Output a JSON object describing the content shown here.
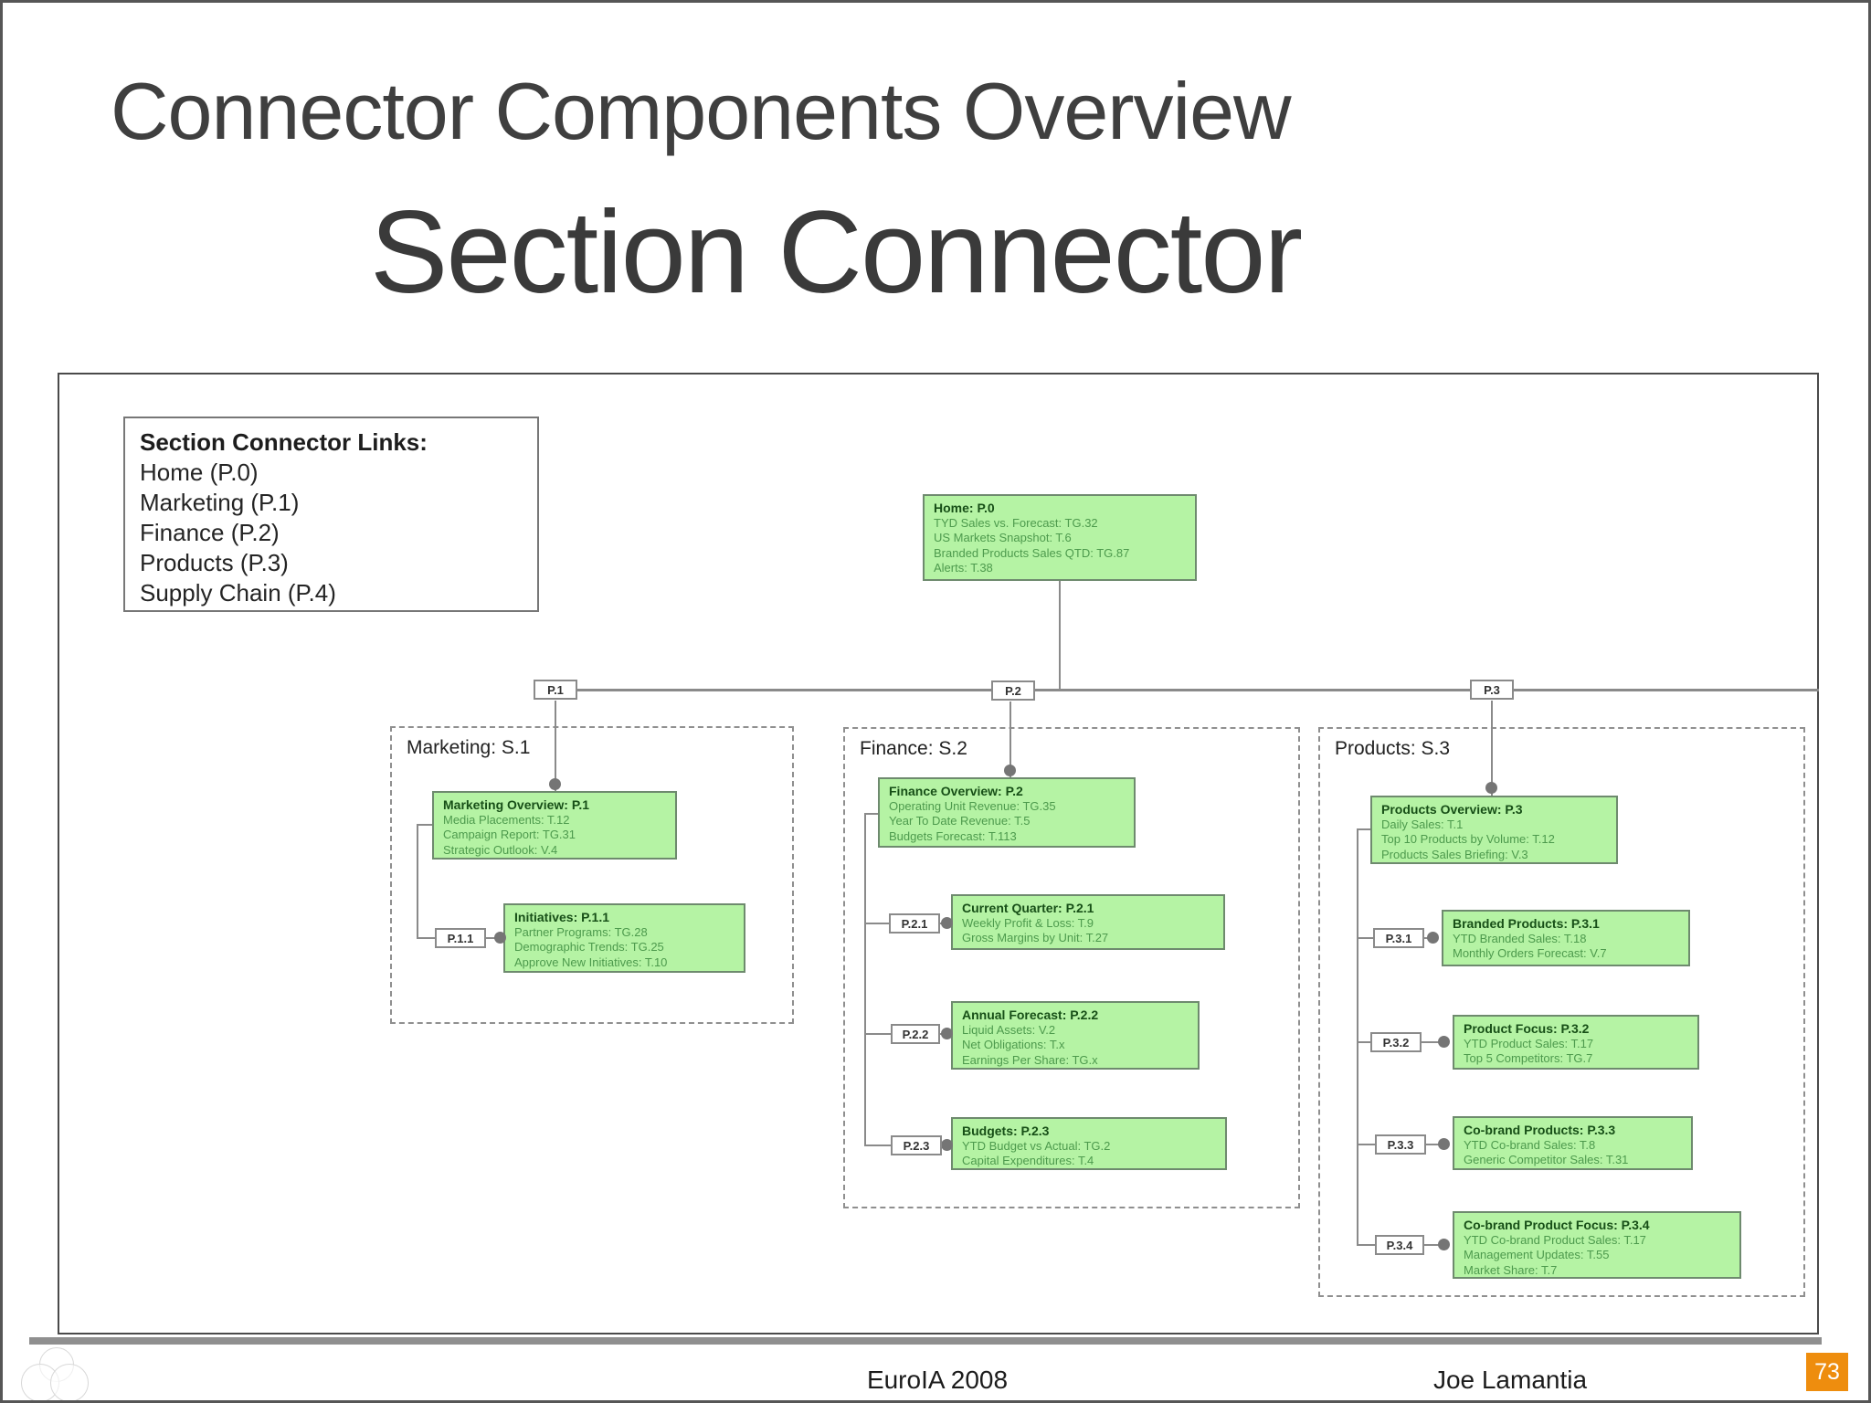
{
  "slide": {
    "kicker": "Connector Components Overview",
    "title": "Section Connector"
  },
  "legend": {
    "title": "Section Connector Links:",
    "items": [
      "Home (P.0)",
      "Marketing (P.1)",
      "Finance (P.2)",
      "Products (P.3)",
      "Supply Chain (P.4)"
    ]
  },
  "home_node": {
    "title": "Home: P.0",
    "lines": [
      "TYD Sales vs. Forecast: TG.32",
      "US Markets Snapshot: T.6",
      "Branded Products Sales QTD: TG.87",
      "Alerts: T.38"
    ]
  },
  "branch_tags": [
    "P.1",
    "P.2",
    "P.3"
  ],
  "sections": [
    {
      "label": "Marketing: S.1",
      "overview": {
        "title": "Marketing Overview: P.1",
        "lines": [
          "Media Placements: T.12",
          "Campaign Report: TG.31",
          "Strategic Outlook: V.4"
        ]
      },
      "children": [
        {
          "tag": "P.1.1",
          "title": "Initiatives: P.1.1",
          "lines": [
            "Partner Programs: TG.28",
            "Demographic Trends: TG.25",
            "Approve New Initiatives: T.10"
          ]
        }
      ]
    },
    {
      "label": "Finance: S.2",
      "overview": {
        "title": "Finance Overview: P.2",
        "lines": [
          "Operating Unit Revenue: TG.35",
          "Year To Date Revenue: T.5",
          "Budgets Forecast: T.113"
        ]
      },
      "children": [
        {
          "tag": "P.2.1",
          "title": "Current Quarter: P.2.1",
          "lines": [
            "Weekly Profit & Loss: T.9",
            "Gross Margins by Unit: T.27"
          ]
        },
        {
          "tag": "P.2.2",
          "title": "Annual Forecast: P.2.2",
          "lines": [
            "Liquid Assets: V.2",
            "Net Obligations: T.x",
            "Earnings Per Share: TG.x"
          ]
        },
        {
          "tag": "P.2.3",
          "title": "Budgets: P.2.3",
          "lines": [
            "YTD Budget vs Actual: TG.2",
            "Capital Expenditures: T.4"
          ]
        }
      ]
    },
    {
      "label": "Products: S.3",
      "overview": {
        "title": "Products Overview: P.3",
        "lines": [
          "Daily Sales: T.1",
          "Top 10 Products by Volume: T.12",
          "Products Sales Briefing: V.3"
        ]
      },
      "children": [
        {
          "tag": "P.3.1",
          "title": "Branded Products: P.3.1",
          "lines": [
            "YTD Branded Sales: T.18",
            "Monthly Orders Forecast: V.7"
          ]
        },
        {
          "tag": "P.3.2",
          "title": "Product Focus: P.3.2",
          "lines": [
            "YTD Product Sales: T.17",
            "Top 5 Competitors: TG.7"
          ]
        },
        {
          "tag": "P.3.3",
          "title": "Co-brand Products: P.3.3",
          "lines": [
            "YTD Co-brand Sales: T.8",
            "Generic Competitor Sales: T.31"
          ]
        },
        {
          "tag": "P.3.4",
          "title": "Co-brand Product Focus: P.3.4",
          "lines": [
            "YTD Co-brand Product Sales: T.17",
            "Management Updates: T.55",
            "Market Share: T.7"
          ]
        }
      ]
    }
  ],
  "footer": {
    "conference": "EuroIA 2008",
    "author": "Joe Lamantia",
    "page": "73"
  },
  "colors": {
    "node_fill": "#b5f3a4",
    "node_border": "#6e8a6e",
    "node_title_text": "#174f17",
    "node_body_text": "#4d9a4d",
    "connector_gray": "#8a8a8a",
    "page_badge_bg": "#ee8d0e",
    "heading_text": "#3f3f3f"
  }
}
